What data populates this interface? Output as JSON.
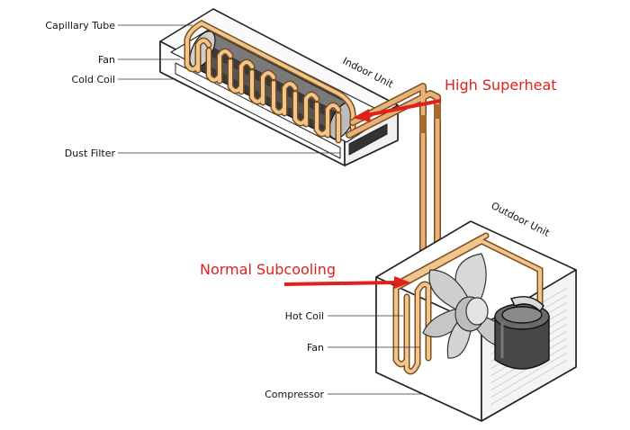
{
  "labels": {
    "capillary_tube": "Capillary Tube",
    "fan_indoor": "Fan",
    "cold_coil": "Cold Coil",
    "dust_filter": "Dust Filter",
    "indoor_unit": "Indoor Unit",
    "outdoor_unit": "Outdoor Unit",
    "hot_coil": "Hot Coil",
    "fan_outdoor": "Fan",
    "compressor": "Compressor"
  },
  "annotations": {
    "high_superheat": "High Superheat",
    "normal_subcooling": "Normal Subcooling"
  },
  "colors": {
    "annotation": "#e0201b",
    "copper_outline": "#8a5a26",
    "copper_fill": "#f2c58c",
    "outline": "#222222",
    "compressor_body": "#444444"
  }
}
